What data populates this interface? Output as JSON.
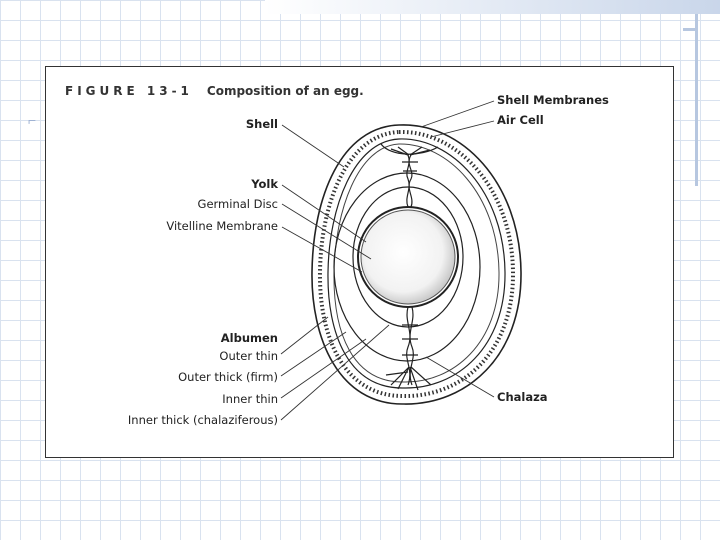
{
  "slide": {
    "background_grid_color": "#d9e2ef",
    "accent_color": "#b7c7e0"
  },
  "figure": {
    "number": "FIGURE 13-1",
    "caption": "Composition of an egg.",
    "labels": {
      "shell_membranes": "Shell Membranes",
      "air_cell": "Air Cell",
      "shell": "Shell",
      "yolk": "Yolk",
      "germinal_disc": "Germinal Disc",
      "vitelline_membrane": "Vitelline Membrane",
      "albumen": "Albumen",
      "outer_thin": "Outer thin",
      "outer_thick": "Outer thick (firm)",
      "inner_thin": "Inner thin",
      "inner_thick": "Inner thick (chalaziferous)",
      "chalaza": "Chalaza"
    }
  }
}
